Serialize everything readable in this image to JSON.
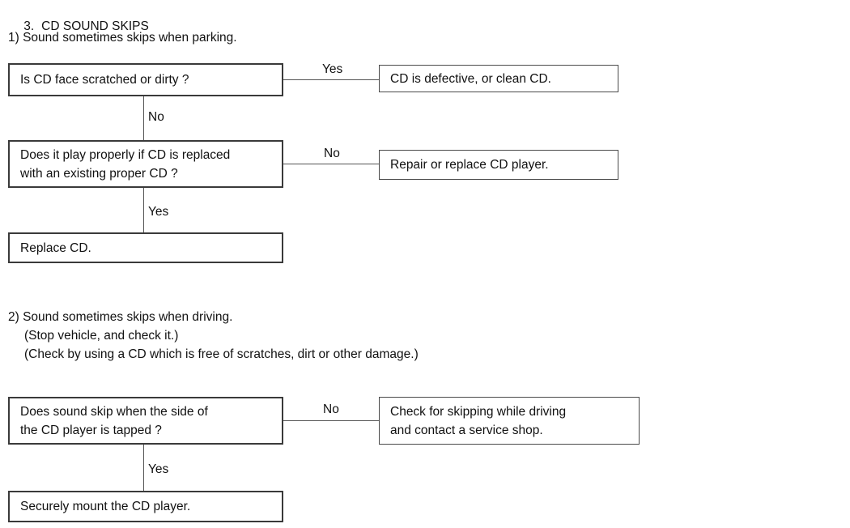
{
  "document": {
    "section_number": "3.",
    "section_title": "CD SOUND SKIPS"
  },
  "subsection_1": {
    "label": "1) Sound sometimes skips when parking.",
    "nodes": {
      "question_1": "Is CD face scratched or dirty ?",
      "answer_1_yes": "CD is defective, or clean CD.",
      "question_2": "Does it play properly if CD is replaced\nwith an existing proper CD ?",
      "answer_2_no": "Repair or replace CD player.",
      "outcome": "Replace CD."
    },
    "edges": {
      "q1_yes": "Yes",
      "q1_no": "No",
      "q2_no": "No",
      "q2_yes": "Yes"
    }
  },
  "subsection_2": {
    "label_line_1": "2) Sound sometimes skips when driving.",
    "label_line_2": "(Stop vehicle, and check it.)",
    "label_line_3": "(Check by using a CD which is free of scratches, dirt or other damage.)",
    "nodes": {
      "question_1": "Does sound skip when the side of\nthe CD player is tapped ?",
      "answer_1_no": "Check for skipping while driving\nand contact a service shop.",
      "outcome": "Securely mount the CD player."
    },
    "edges": {
      "q1_no": "No",
      "q1_yes": "Yes"
    }
  },
  "colors": {
    "page_background": "#ffffff",
    "text": "#111111",
    "box_border": "#3a3a3a",
    "connector": "#555555"
  }
}
